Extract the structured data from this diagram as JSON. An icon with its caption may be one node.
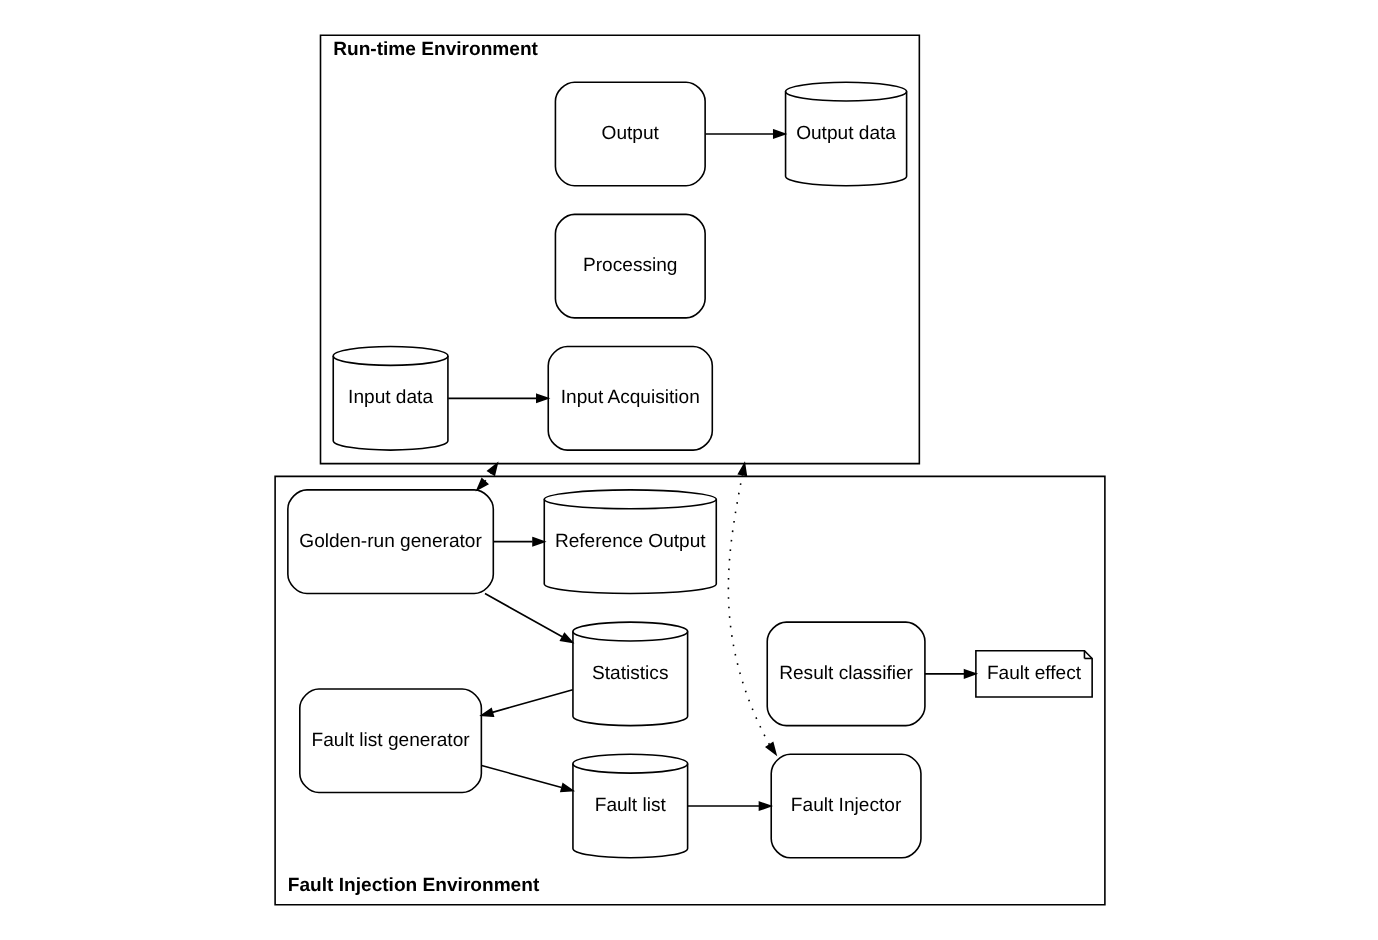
{
  "diagram": {
    "nodes": [
      {
        "text": [
          "Run-time Environment"
        ]
      },
      {
        "text": [
          "Input data"
        ],
        "in": 0
      },
      {
        "text": [
          "Input Acquisition"
        ],
        "in": 0
      },
      {
        "text": [
          "Processing"
        ],
        "in": 0
      },
      {
        "text": [
          "Output"
        ],
        "in": 0
      },
      {
        "text": [
          "Output data"
        ],
        "in": 0
      },
      {
        "text": [
          "Fault Injection Environment"
        ]
      },
      {
        "text": [
          "Golden-run generator"
        ],
        "in": 6
      },
      {
        "text": [
          "Reference Output"
        ],
        "in": 6
      },
      {
        "text": [
          "Statistics"
        ],
        "in": 6
      },
      {
        "text": [
          "Fault list generator"
        ],
        "in": 6
      },
      {
        "text": [
          "Fault list"
        ],
        "in": 6
      },
      {
        "text": [
          "Fault Injector"
        ],
        "in": 6
      },
      {
        "text": [
          "Result classifier"
        ],
        "in": 6
      },
      {
        "text": [
          "Fault effect"
        ],
        "in": 6
      }
    ],
    "edges": [
      {
        "from": 1,
        "to": 2,
        "arrow": "to"
      },
      {
        "from": 4,
        "to": 5,
        "arrow": "to"
      },
      {
        "from": 7,
        "to": 0,
        "arrow": "both",
        "style": "dashed"
      },
      {
        "from": 12,
        "to": 0,
        "arrow": "both",
        "style": "dashed"
      },
      {
        "from": 7,
        "to": 8,
        "arrow": "to"
      },
      {
        "from": 7,
        "to": 9,
        "arrow": "to"
      },
      {
        "from": 9,
        "to": 10,
        "arrow": "to"
      },
      {
        "from": 10,
        "to": 11,
        "arrow": "to"
      },
      {
        "from": 11,
        "to": 12,
        "arrow": "to"
      },
      {
        "from": 13,
        "to": 14,
        "arrow": "to"
      }
    ]
  }
}
